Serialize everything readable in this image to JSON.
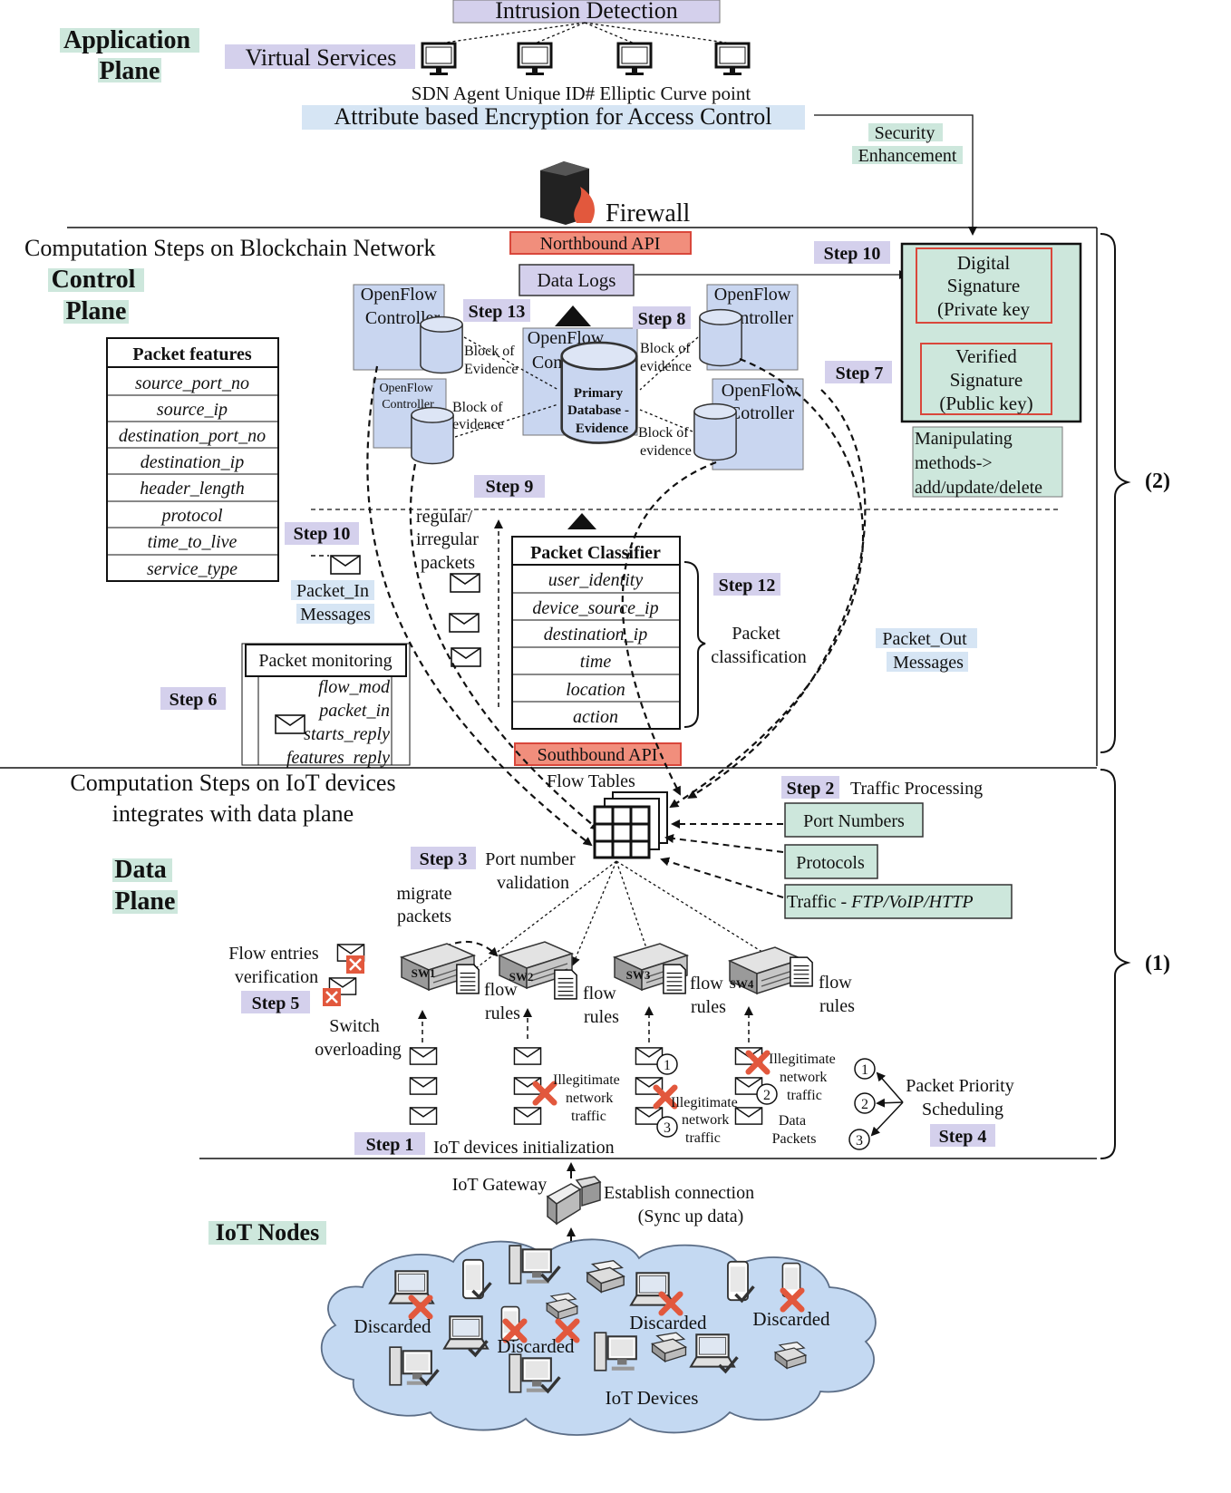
{
  "planes": {
    "application": [
      "Application",
      "Plane"
    ],
    "control": [
      "Control",
      "Plane"
    ],
    "data": [
      "Data",
      "Plane"
    ],
    "iot_nodes": "IoT Nodes"
  },
  "application": {
    "intrusion_detection": "Intrusion Detection",
    "virtual_services": "Virtual Services",
    "sdn_agent": "SDN Agent Unique ID# Elliptic Curve point",
    "abe": "Attribute based Encryption for Access Control",
    "security_enhancement": [
      "Security",
      "Enhancement"
    ],
    "firewall": "Firewall"
  },
  "control": {
    "heading": "Computation Steps on Blockchain Network",
    "northbound_api": "Northbound API",
    "southbound_api": "Southbound API",
    "data_logs": "Data Logs",
    "controllers": {
      "top_left": [
        "OpenFlow",
        "Controller"
      ],
      "center": [
        "OpenFlow",
        "Controller"
      ],
      "top_right": [
        "OpenFlow",
        "Controller"
      ],
      "small_left": [
        "OpenFlow",
        "Controller"
      ],
      "bottom_right": [
        "OpenFlow",
        "Cotroller"
      ]
    },
    "primary_db": [
      "Primary",
      "Database -",
      "Evidence"
    ],
    "block_evidence": [
      "Block of",
      "Evidence"
    ],
    "block_evidence_lc": [
      "Block of",
      "evidence"
    ],
    "steps": {
      "s10_top": "Step 10",
      "s13": "Step 13",
      "s8": "Step 8",
      "s7": "Step 7",
      "s9": "Step 9",
      "s10_mid": "Step 10",
      "s12": "Step 12",
      "s6": "Step 6"
    },
    "digital_signature": [
      "Digital",
      "Signature",
      "(Private key"
    ],
    "verified_signature": [
      "Verified",
      "Signature",
      "(Public key)"
    ],
    "manipulating": [
      "Manipulating",
      "methods->",
      "add/update/delete"
    ],
    "packet_features_title": "Packet features",
    "packet_features": [
      "source_port_no",
      "source_ip",
      "destination_port_no",
      "destination_ip",
      "header_length",
      "protocol",
      "time_to_live",
      "service_type"
    ],
    "regular_packets": [
      "regular/",
      "irregular",
      "packets"
    ],
    "packet_in": [
      "Packet_In",
      "Messages"
    ],
    "packet_out": [
      "Packet_Out",
      "Messages"
    ],
    "packet_classifier_title": "Packet Classifier",
    "packet_classifier": [
      "user_identity",
      "device_source_ip",
      "destination_ip",
      "time",
      "location",
      "action"
    ],
    "packet_classification": [
      "Packet",
      "classification"
    ],
    "packet_monitoring_title": "Packet monitoring",
    "packet_monitoring": [
      "flow_mod",
      "packet_in",
      "starts_reply",
      "features_reply"
    ],
    "brace_label": "(2)"
  },
  "data_plane": {
    "heading": [
      "Computation Steps on IoT devices",
      "integrates with data plane"
    ],
    "flow_tables": "Flow Tables",
    "step2": "Step 2",
    "traffic_processing": "Traffic Processing",
    "port_numbers": "Port Numbers",
    "protocols": "Protocols",
    "traffic_prefix": "Traffic - ",
    "traffic_types": "FTP/VoIP/HTTP",
    "step3": "Step 3",
    "port_validation": [
      "Port number",
      "validation"
    ],
    "migrate_packets": [
      "migrate",
      "packets"
    ],
    "flow_entries": [
      "Flow entries",
      "verification"
    ],
    "step5": "Step 5",
    "switch_overloading": [
      "Switch",
      "overloading"
    ],
    "switches": [
      "SW1",
      "SW2",
      "SW3",
      "SW4"
    ],
    "flow_rules": [
      "flow",
      "rules"
    ],
    "illegitimate": [
      "Illegitimate",
      "network",
      "traffic"
    ],
    "data_packets": [
      "Data",
      "Packets"
    ],
    "packet_priority": [
      "Packet Priority",
      "Scheduling"
    ],
    "step4": "Step 4",
    "priority_numbers": [
      "1",
      "2",
      "3"
    ],
    "step1": "Step 1",
    "iot_init": "IoT devices initialization",
    "brace_label": "(1)"
  },
  "iot": {
    "gateway": "IoT Gateway",
    "establish": [
      "Establish connection",
      "(Sync up data)"
    ],
    "discarded": "Discarded",
    "devices": "IoT Devices"
  },
  "colors": {
    "step_fill": "#d4d0ec",
    "green_fill": "#cde7dc",
    "red_label": "#f18e7c",
    "red_stroke": "#d9473b",
    "blue_fill": "#c9d6f0",
    "cloud_fill": "#c4d9f2",
    "cross_red": "#e2583d"
  }
}
